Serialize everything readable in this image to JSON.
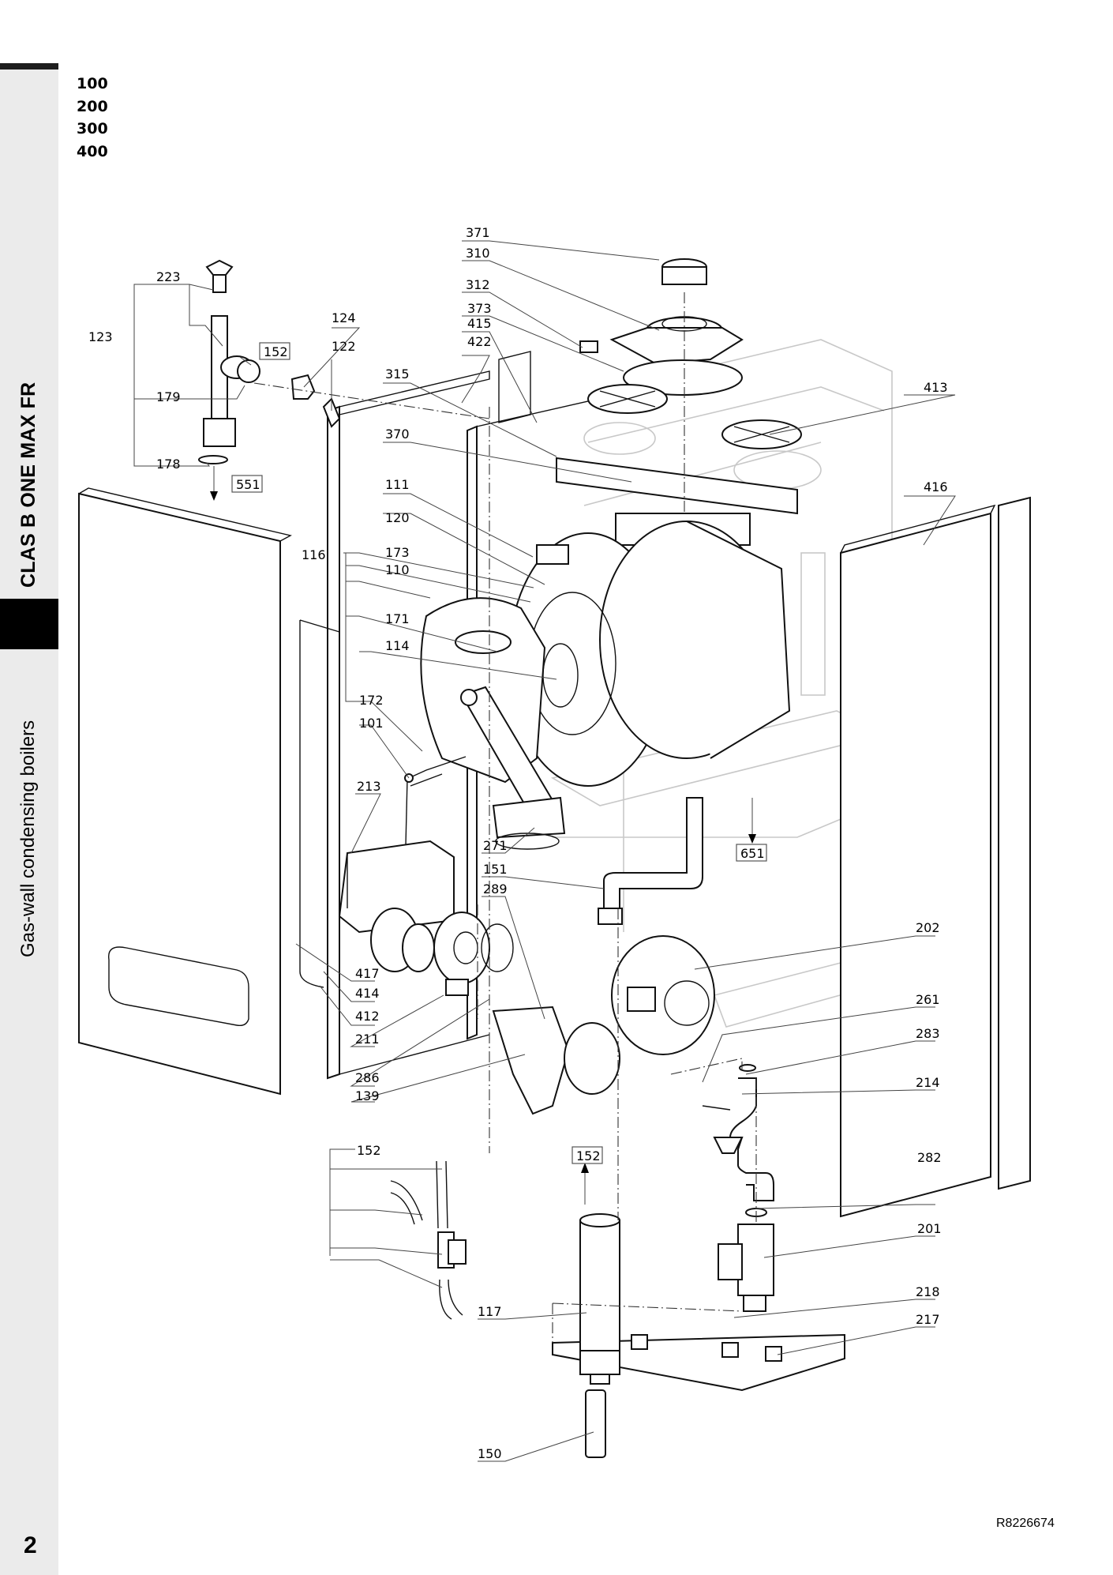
{
  "sidebar": {
    "title": "CLAS B ONE MAX FR",
    "subtitle": "Gas-wall condensing boilers"
  },
  "models": [
    "100",
    "200",
    "300",
    "400"
  ],
  "footer": {
    "page_number": "2",
    "reference_code": "R8226674"
  },
  "callouts": [
    {
      "id": "371",
      "label": "371"
    },
    {
      "id": "310",
      "label": "310"
    },
    {
      "id": "312",
      "label": "312"
    },
    {
      "id": "373",
      "label": "373"
    },
    {
      "id": "415",
      "label": "415"
    },
    {
      "id": "422",
      "label": "422"
    },
    {
      "id": "315",
      "label": "315"
    },
    {
      "id": "370",
      "label": "370"
    },
    {
      "id": "413",
      "label": "413"
    },
    {
      "id": "416",
      "label": "416"
    },
    {
      "id": "223",
      "label": "223"
    },
    {
      "id": "123",
      "label": "123"
    },
    {
      "id": "179",
      "label": "179"
    },
    {
      "id": "178",
      "label": "178"
    },
    {
      "id": "124",
      "label": "124"
    },
    {
      "id": "122",
      "label": "122"
    },
    {
      "id": "111",
      "label": "111"
    },
    {
      "id": "120",
      "label": "120"
    },
    {
      "id": "116",
      "label": "116"
    },
    {
      "id": "173",
      "label": "173"
    },
    {
      "id": "110",
      "label": "110"
    },
    {
      "id": "171",
      "label": "171"
    },
    {
      "id": "114",
      "label": "114"
    },
    {
      "id": "172",
      "label": "172"
    },
    {
      "id": "101",
      "label": "101"
    },
    {
      "id": "213",
      "label": "213"
    },
    {
      "id": "271",
      "label": "271"
    },
    {
      "id": "151",
      "label": "151"
    },
    {
      "id": "289",
      "label": "289"
    },
    {
      "id": "417",
      "label": "417"
    },
    {
      "id": "414",
      "label": "414"
    },
    {
      "id": "412",
      "label": "412"
    },
    {
      "id": "211",
      "label": "211"
    },
    {
      "id": "286",
      "label": "286"
    },
    {
      "id": "139",
      "label": "139"
    },
    {
      "id": "202",
      "label": "202"
    },
    {
      "id": "261",
      "label": "261"
    },
    {
      "id": "283",
      "label": "283"
    },
    {
      "id": "214",
      "label": "214"
    },
    {
      "id": "282",
      "label": "282"
    },
    {
      "id": "201",
      "label": "201"
    },
    {
      "id": "218",
      "label": "218"
    },
    {
      "id": "217",
      "label": "217"
    },
    {
      "id": "152a",
      "label": "152"
    },
    {
      "id": "117",
      "label": "117"
    },
    {
      "id": "150",
      "label": "150"
    }
  ],
  "boxed_refs": [
    {
      "id": "box-152-top",
      "label": "152"
    },
    {
      "id": "box-551",
      "label": "551"
    },
    {
      "id": "box-651",
      "label": "651"
    },
    {
      "id": "box-152-bottom",
      "label": "152"
    }
  ]
}
